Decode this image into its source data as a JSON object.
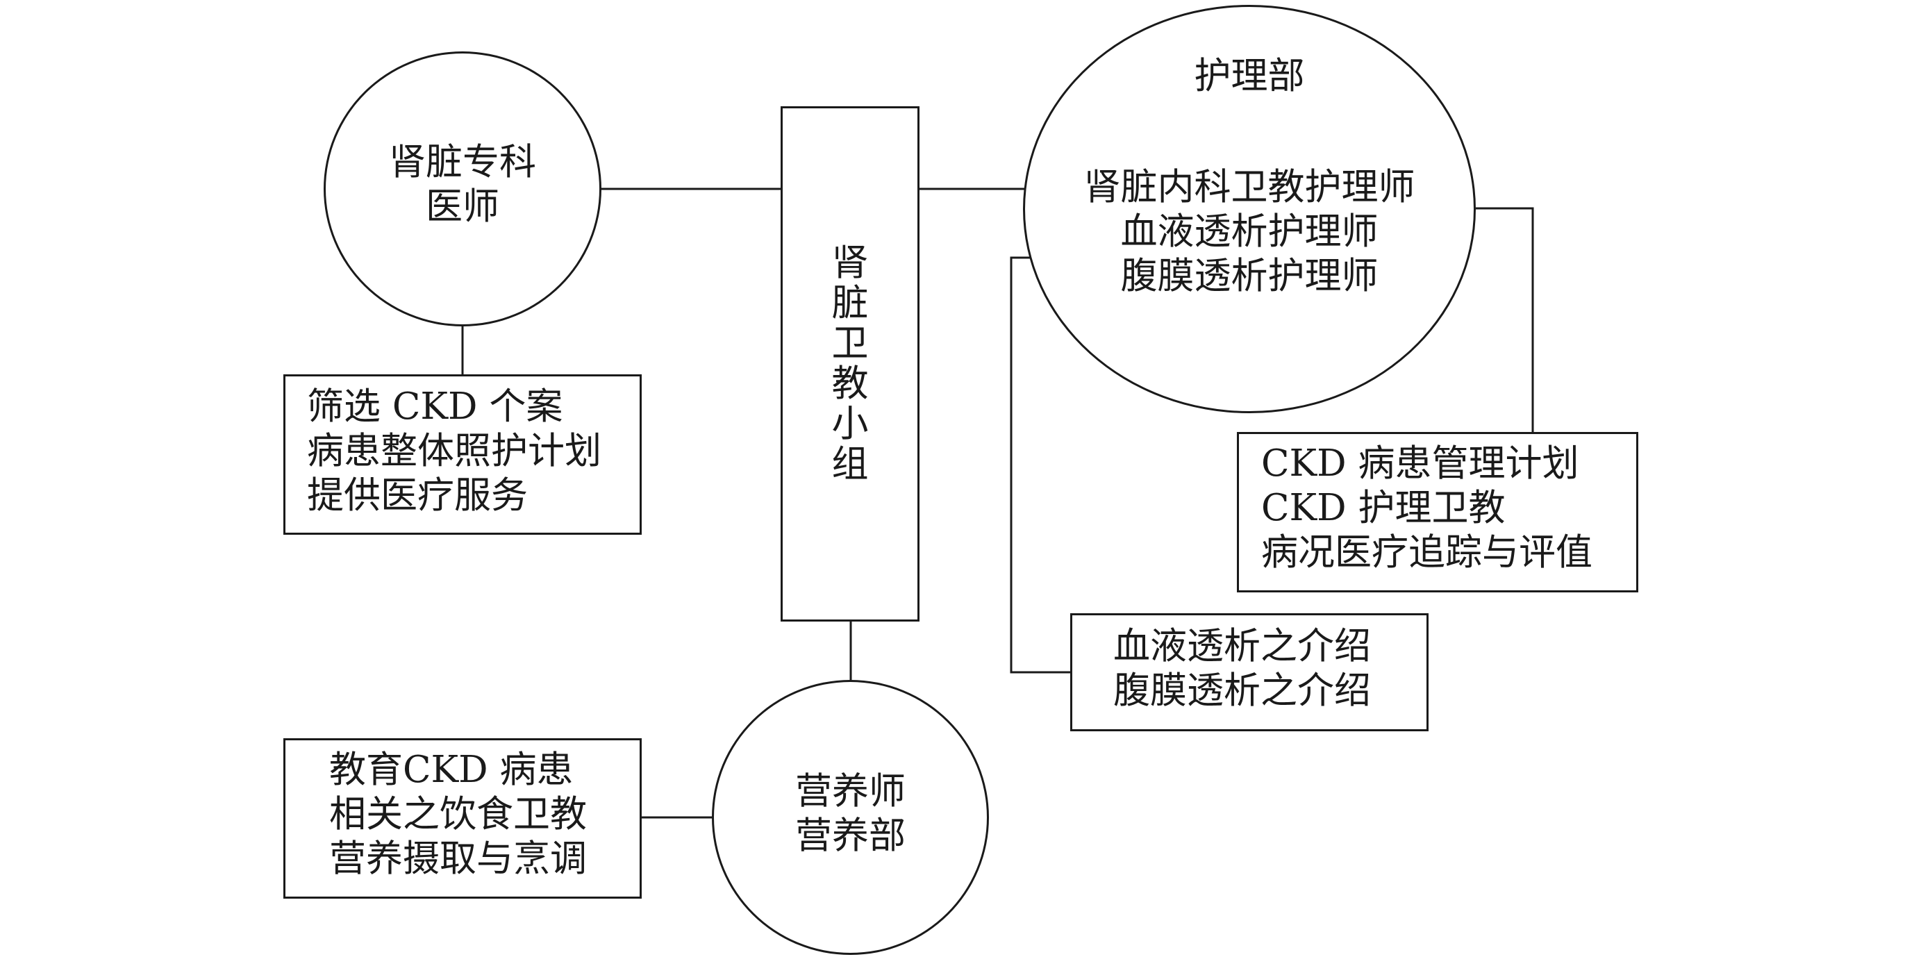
{
  "nodes": {
    "nephrologist": {
      "lines": [
        "肾脏专科",
        "医师"
      ]
    },
    "nephrologist_tasks": {
      "lines": [
        "筛选 CKD 个案",
        "病患整体照护计划",
        "提供医疗服务"
      ]
    },
    "team": {
      "label": "肾脏卫教小组"
    },
    "nursing_dept": {
      "title": "护理部",
      "members": [
        "肾脏内科卫教护理师",
        "血液透析护理师",
        "腹膜透析护理师"
      ]
    },
    "nursing_tasks": {
      "lines": [
        "CKD 病患管理计划",
        "CKD 护理卫教",
        "病况医疗追踪与评值"
      ]
    },
    "dialysis_intro": {
      "lines": [
        "血液透析之介绍",
        "腹膜透析之介绍"
      ]
    },
    "nutrition": {
      "lines": [
        "营养师",
        "营养部"
      ]
    },
    "nutrition_tasks": {
      "lines": [
        "教育CKD 病患",
        "相关之饮食卫教",
        "营养摄取与烹调"
      ]
    }
  }
}
